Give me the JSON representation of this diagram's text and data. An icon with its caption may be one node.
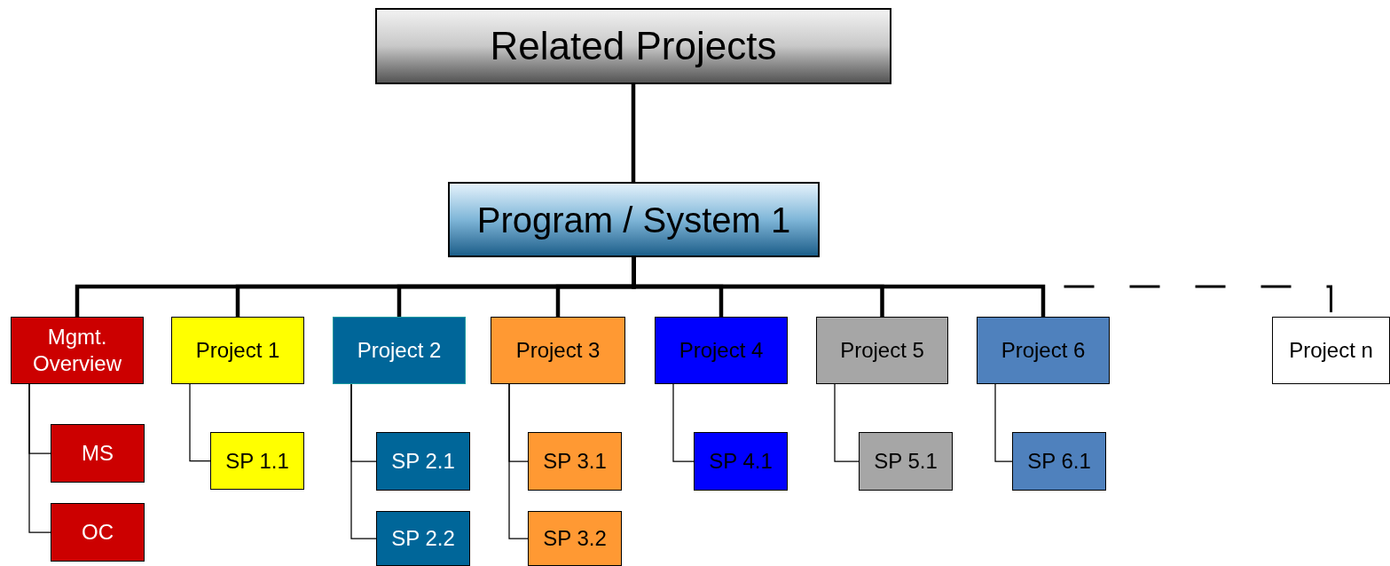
{
  "diagram": {
    "nodes": [
      {
        "text": [
          "Related Projects"
        ]
      },
      {
        "text": [
          "Program / System 1"
        ]
      },
      {
        "text": [
          "Mgmt. Overview"
        ]
      },
      {
        "text": [
          "Project 1"
        ]
      },
      {
        "text": [
          "Project 2"
        ]
      },
      {
        "text": [
          "Project 3"
        ]
      },
      {
        "text": [
          "Project 4"
        ]
      },
      {
        "text": [
          "Project 5"
        ]
      },
      {
        "text": [
          "Project 6"
        ]
      },
      {
        "text": [
          "Project n"
        ]
      },
      {
        "text": [
          "MS"
        ]
      },
      {
        "text": [
          "OC"
        ]
      },
      {
        "text": [
          "SP 1.1"
        ]
      },
      {
        "text": [
          "SP 2.1"
        ]
      },
      {
        "text": [
          "SP 2.2"
        ]
      },
      {
        "text": [
          "SP 3.1"
        ]
      },
      {
        "text": [
          "SP 3.2"
        ]
      },
      {
        "text": [
          "SP 4.1"
        ]
      },
      {
        "text": [
          "SP 5.1"
        ]
      },
      {
        "text": [
          "SP 6.1"
        ]
      }
    ],
    "edges": [
      {
        "from": 0,
        "to": 1,
        "arrow": "none",
        "style": "thick"
      },
      {
        "from": 1,
        "to": 2,
        "arrow": "none",
        "style": "thick"
      },
      {
        "from": 1,
        "to": 3,
        "arrow": "none",
        "style": "thick"
      },
      {
        "from": 1,
        "to": 4,
        "arrow": "none",
        "style": "thick"
      },
      {
        "from": 1,
        "to": 5,
        "arrow": "none",
        "style": "thick"
      },
      {
        "from": 1,
        "to": 6,
        "arrow": "none",
        "style": "thick"
      },
      {
        "from": 1,
        "to": 7,
        "arrow": "none",
        "style": "thick"
      },
      {
        "from": 1,
        "to": 8,
        "arrow": "none",
        "style": "thick"
      },
      {
        "from": 1,
        "to": 9,
        "arrow": "none",
        "style": "dashed"
      },
      {
        "from": 2,
        "to": 10,
        "arrow": "none"
      },
      {
        "from": 2,
        "to": 11,
        "arrow": "none"
      },
      {
        "from": 3,
        "to": 12,
        "arrow": "none"
      },
      {
        "from": 4,
        "to": 13,
        "arrow": "none"
      },
      {
        "from": 4,
        "to": 14,
        "arrow": "none"
      },
      {
        "from": 5,
        "to": 15,
        "arrow": "none"
      },
      {
        "from": 5,
        "to": 16,
        "arrow": "none"
      },
      {
        "from": 6,
        "to": 17,
        "arrow": "none"
      },
      {
        "from": 7,
        "to": 18,
        "arrow": "none"
      },
      {
        "from": 8,
        "to": 19,
        "arrow": "none"
      }
    ]
  }
}
